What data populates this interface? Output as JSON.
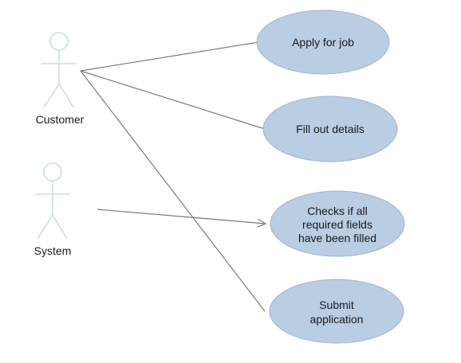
{
  "diagram": {
    "actors": [
      {
        "id": "customer",
        "label": "Customer"
      },
      {
        "id": "system",
        "label": "System"
      }
    ],
    "use_cases": [
      {
        "id": "apply",
        "lines": [
          "Apply for job"
        ]
      },
      {
        "id": "fill",
        "lines": [
          "Fill out details"
        ]
      },
      {
        "id": "checks",
        "lines": [
          "Checks if all",
          "required fields",
          "have been filled"
        ]
      },
      {
        "id": "submit",
        "lines": [
          "Submit",
          "application"
        ]
      }
    ],
    "associations": [
      {
        "from": "customer",
        "to": "apply",
        "arrow": false
      },
      {
        "from": "customer",
        "to": "fill",
        "arrow": false
      },
      {
        "from": "customer",
        "to": "submit",
        "arrow": false
      },
      {
        "from": "system",
        "to": "checks",
        "arrow": true
      }
    ],
    "colors": {
      "usecase_fill": "#b9cde3",
      "actor_stroke": "#c9e0dc",
      "line": "#7a7a7a"
    }
  }
}
